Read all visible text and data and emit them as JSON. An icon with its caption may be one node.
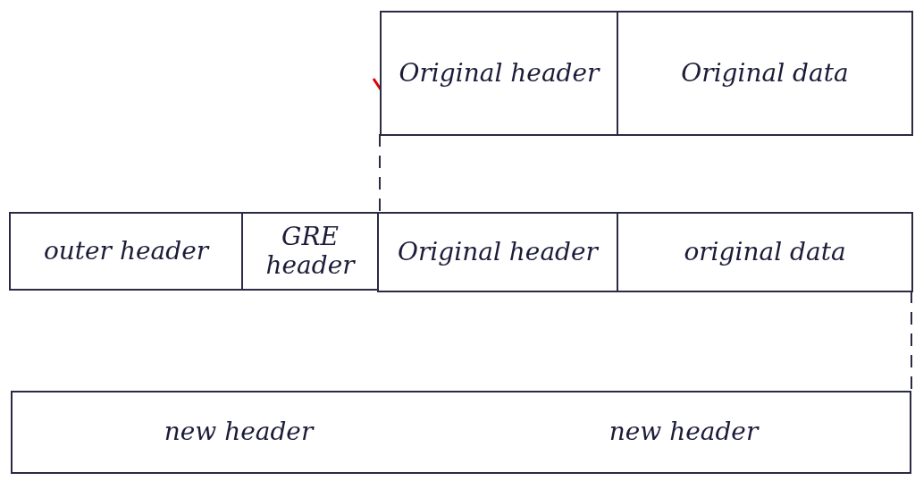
{
  "diagram": {
    "nodes": [
      {
        "text": [
          "Original header"
        ]
      },
      {
        "text": [
          "Original data"
        ]
      },
      {
        "text": [
          "outer header"
        ]
      },
      {
        "text": [
          "GRE header"
        ]
      },
      {
        "text": [
          "Original header"
        ]
      },
      {
        "text": [
          "original data"
        ]
      },
      {
        "text": [
          "new header",
          "new header"
        ]
      }
    ],
    "edges": []
  }
}
